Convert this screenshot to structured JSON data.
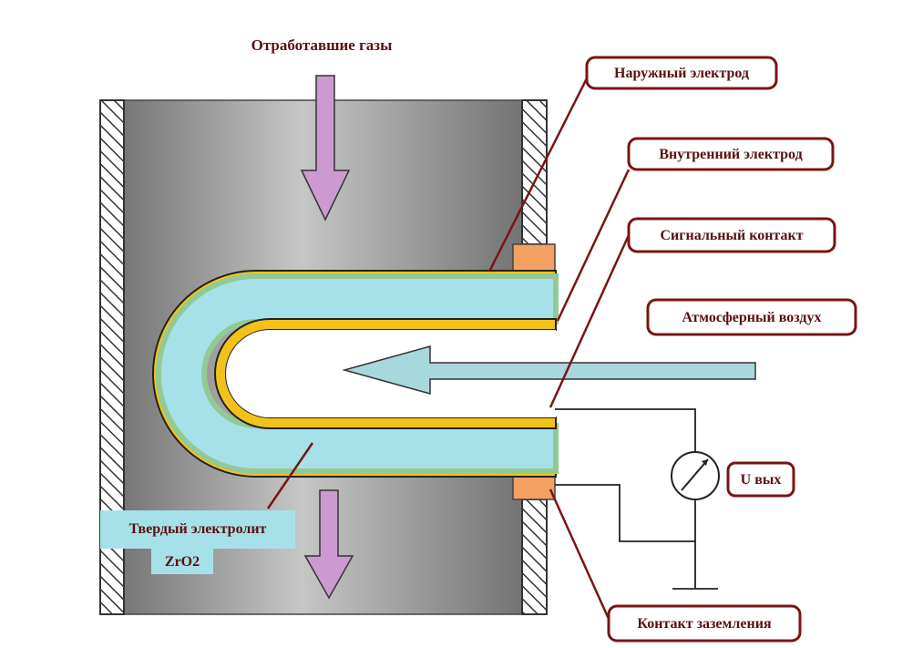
{
  "labels": {
    "exhaust": "Отработавшие газы",
    "outer_electrode": "Наружный электрод",
    "inner_electrode": "Внутренний электрод",
    "signal_contact": "Сигнальный контакт",
    "atmospheric_air": "Атмосферный воздух",
    "u_out": "U вых",
    "electrolyte_line1": "Твердый электролит",
    "electrolyte_line2": "ZrO2",
    "ground_contact": "Контакт заземления"
  },
  "colors": {
    "housing_gradient": [
      "#707070",
      "#c4c4c4",
      "#6e6e6e"
    ],
    "wall_hatch": "#333333",
    "electrolyte": "#a6e1ea",
    "electrolyte_edge": "#93c995",
    "electrode": "#f2c21b",
    "contact_block": "#f4a063",
    "air_arrow": "#a7d8de",
    "gas_arrow": "#cc9ad0",
    "label_border": "#7a1414",
    "label_text": "#5a0f10",
    "electrolyte_label_bg": "#a6e1ea"
  }
}
